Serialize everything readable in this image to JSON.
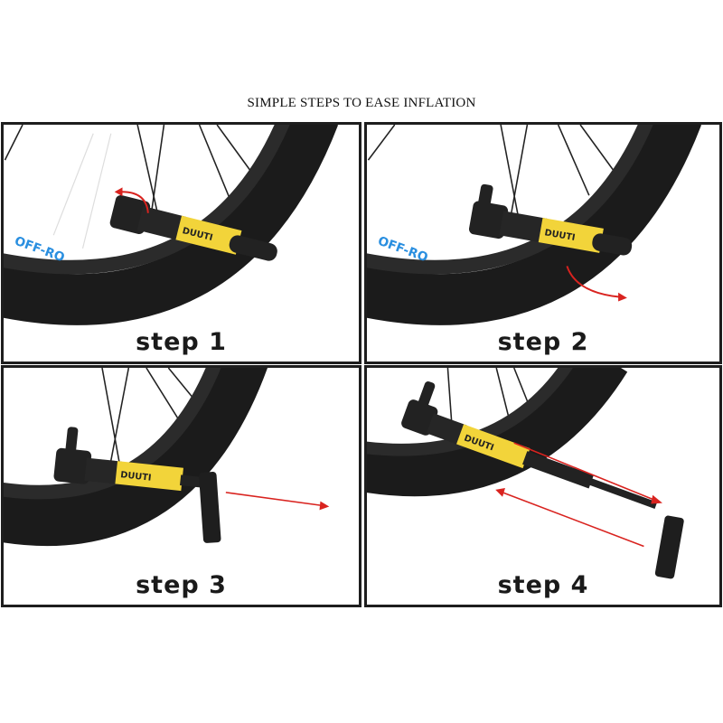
{
  "title": "SIMPLE STEPS TO EASE INFLATION",
  "panels": [
    {
      "label": "step 1",
      "arrow": "curved-up-left"
    },
    {
      "label": "step 2",
      "arrow": "curved-down-right"
    },
    {
      "label": "step 3",
      "arrow": "straight-right"
    },
    {
      "label": "step 4",
      "arrow": "double-push-pull"
    }
  ],
  "logo_text": "DUUTI",
  "rim_text": "OFF-RO",
  "colors": {
    "tire": "#1b1b1b",
    "pump_yellow": "#f2d43a",
    "arrow": "#d9231f",
    "rim_blue": "#2a8fe0",
    "border": "#1e1e1e"
  }
}
